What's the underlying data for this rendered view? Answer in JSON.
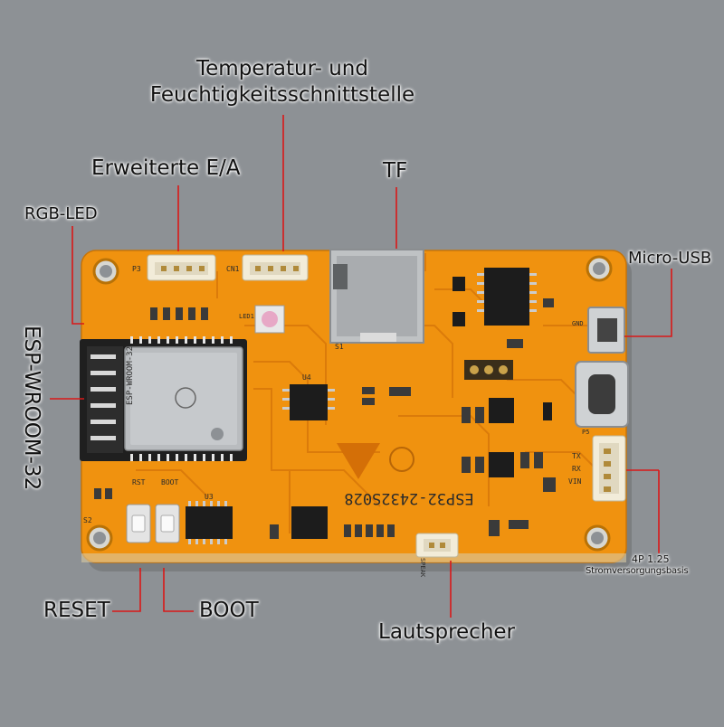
{
  "labels": {
    "temp_line1": "Temperatur- und",
    "temp_line2": "Feuchtigkeitsschnittstelle",
    "expanded_io": "Erweiterte E/A",
    "tf": "TF",
    "rgb_led": "RGB-LED",
    "micro_usb": "Micro-USB",
    "esp_module": "ESP-WROOM-32",
    "reset": "RESET",
    "boot": "BOOT",
    "speaker": "Lautsprecher",
    "power_line1": "4P 1.25",
    "power_line2": "Stromversorgungsbasis"
  },
  "silkscreen": {
    "board_name": "ESP32-2432S028",
    "module_text": "ESP-WROOM-32",
    "rst": "RST",
    "boot": "BOOT",
    "speak": "SPEAK",
    "p3": "P3",
    "cn1": "CN1",
    "p5": "P5",
    "u4": "U4",
    "led1": "LED1",
    "s1": "S1",
    "s2": "S2",
    "u3": "U3",
    "vin": "VIN",
    "tx": "TX",
    "rx": "RX",
    "gnd": "GND"
  },
  "colors": {
    "background": "#8d9195",
    "pcb": "#f0920f",
    "trace": "#e07f08",
    "leader": "#d91818",
    "silk": "#2b2b2b"
  }
}
